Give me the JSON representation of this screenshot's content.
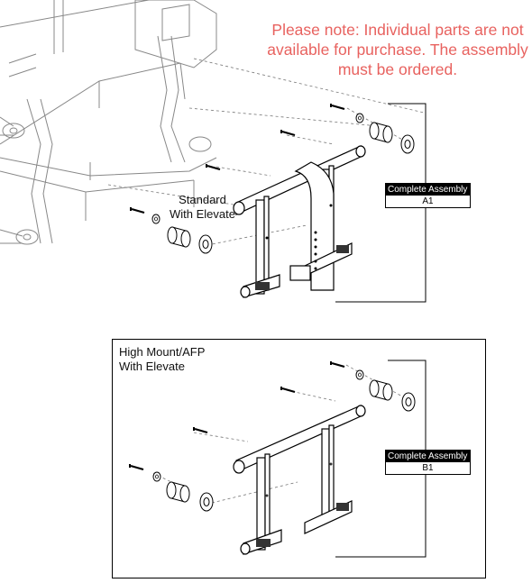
{
  "note": {
    "lines": [
      "Please note: Individual parts are not",
      "available for purchase. The assembly",
      "must be ordered."
    ],
    "color": "#e8625f"
  },
  "standard": {
    "label_lines": [
      "Standard",
      "With Elevate"
    ],
    "assembly": {
      "title": "Complete Assembly",
      "code": "A1"
    }
  },
  "high_mount": {
    "label_lines": [
      "High Mount/AFP",
      "With Elevate"
    ],
    "assembly": {
      "title": "Complete Assembly",
      "code": "B1"
    }
  }
}
